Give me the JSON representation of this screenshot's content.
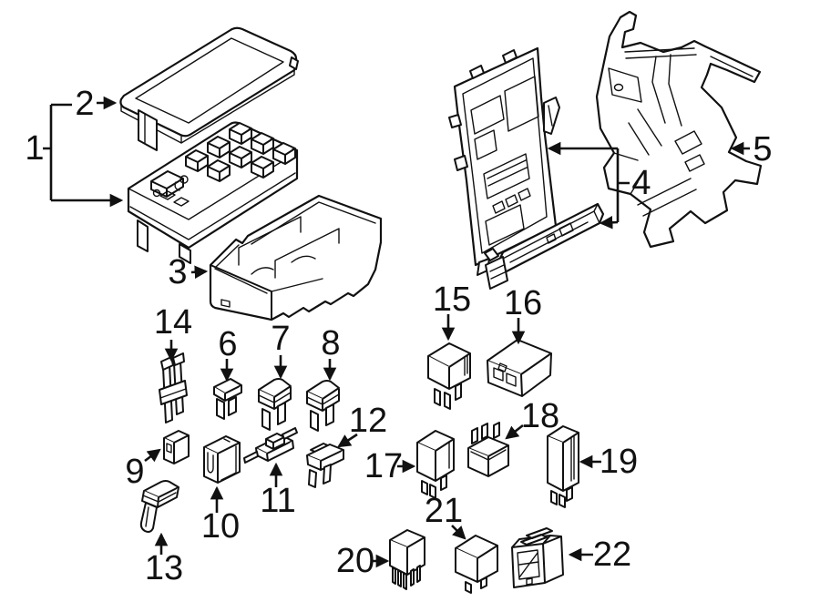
{
  "figure": {
    "kind": "exploded-parts-diagram",
    "subject": "fuse-and-relay-box-components",
    "background_color": "#ffffff",
    "line_color": "#111111"
  },
  "callouts": [
    {
      "label": "1",
      "part": "fuse-box-assembly"
    },
    {
      "label": "2",
      "part": "fuse-box-cover"
    },
    {
      "label": "3",
      "part": "fuse-box-lower-tray"
    },
    {
      "label": "4",
      "part": "junction-box-and-module"
    },
    {
      "label": "5",
      "part": "mounting-bracket"
    },
    {
      "label": "6",
      "part": "mini-blade-fuse"
    },
    {
      "label": "7",
      "part": "blade-fuse"
    },
    {
      "label": "8",
      "part": "blade-fuse"
    },
    {
      "label": "9",
      "part": "cartridge-fuse"
    },
    {
      "label": "10",
      "part": "maxi-cartridge-fuse"
    },
    {
      "label": "11",
      "part": "fusible-link"
    },
    {
      "label": "12",
      "part": "fuse-holder"
    },
    {
      "label": "13",
      "part": "blade-fuse"
    },
    {
      "label": "14",
      "part": "fuse-puller"
    },
    {
      "label": "15",
      "part": "relay"
    },
    {
      "label": "16",
      "part": "relay"
    },
    {
      "label": "17",
      "part": "micro-relay"
    },
    {
      "label": "18",
      "part": "micro-relay"
    },
    {
      "label": "19",
      "part": "relay"
    },
    {
      "label": "20",
      "part": "multi-pin-relay"
    },
    {
      "label": "21",
      "part": "relay"
    },
    {
      "label": "22",
      "part": "relay-connector"
    }
  ]
}
